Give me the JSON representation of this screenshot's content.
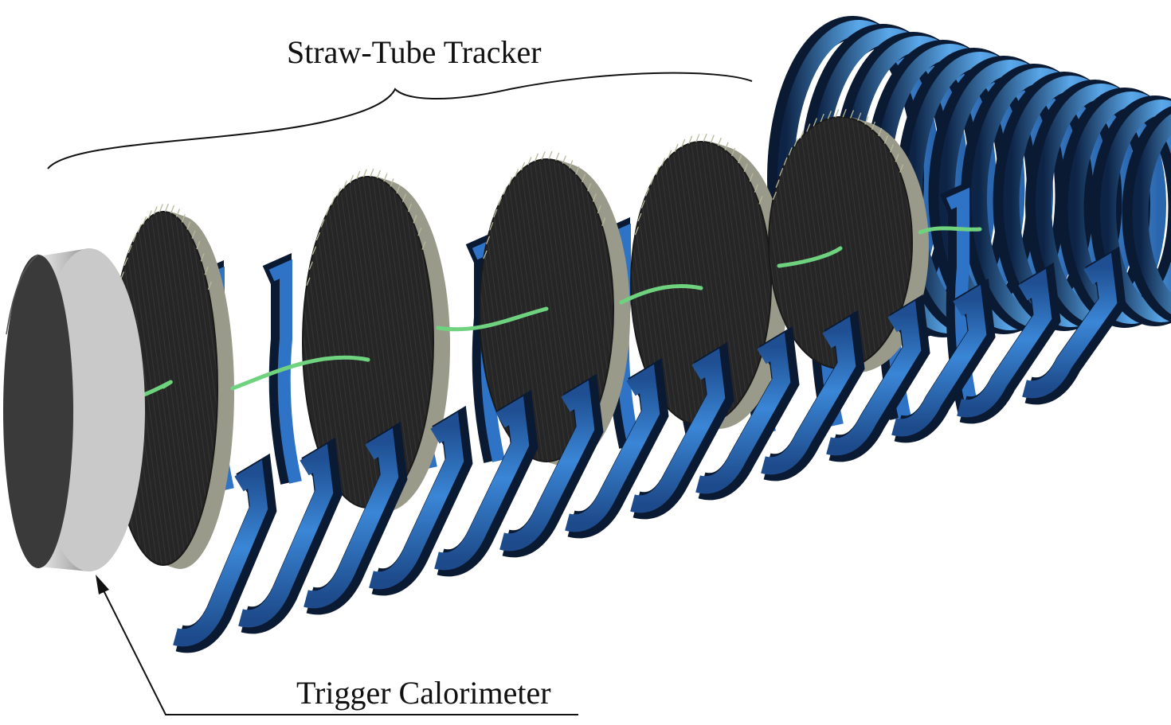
{
  "labels": {
    "tracker": "Straw-Tube Tracker",
    "calorimeter": "Trigger Calorimeter"
  },
  "colors": {
    "coil_face": "#2f73c6",
    "coil_dark": "#0b1a33",
    "coil_highlight": "#6fb0ec",
    "station_face": "#262626",
    "station_edge": "#9a9a8a",
    "calorimeter_face": "#3a3a3a",
    "calorimeter_rim": "#c4c4c4",
    "track": "#6fd27f",
    "line": "#111111"
  },
  "icons": [
    "solenoid-coil",
    "tracker-station",
    "calorimeter-disk",
    "particle-track",
    "brace",
    "leader-arrow"
  ]
}
